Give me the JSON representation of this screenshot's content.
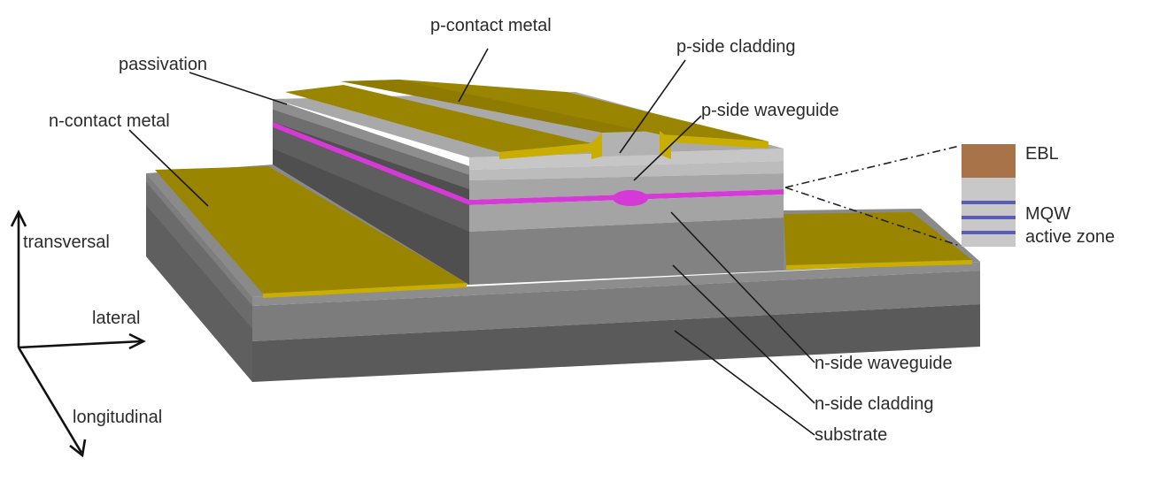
{
  "labels": {
    "p_contact_metal": "p-contact metal",
    "passivation": "passivation",
    "n_contact_metal": "n-contact metal",
    "p_side_cladding": "p-side cladding",
    "p_side_waveguide": "p-side waveguide",
    "ebl": "EBL",
    "mqw": "MQW",
    "active_zone": "active zone",
    "transversal": "transversal",
    "lateral": "lateral",
    "longitudinal": "longitudinal",
    "n_side_waveguide": "n-side waveguide",
    "n_side_cladding": "n-side cladding",
    "substrate": "substrate"
  },
  "colors": {
    "metal_top": "#9a8500",
    "metal_edge": "#c9ae00",
    "passivation": "#c6c6c6",
    "active_layer": "#d63ad6",
    "ebl": "#a9734a",
    "mqw_well": "#5b5bb8",
    "mqw_barrier": "#c8c8c8"
  }
}
